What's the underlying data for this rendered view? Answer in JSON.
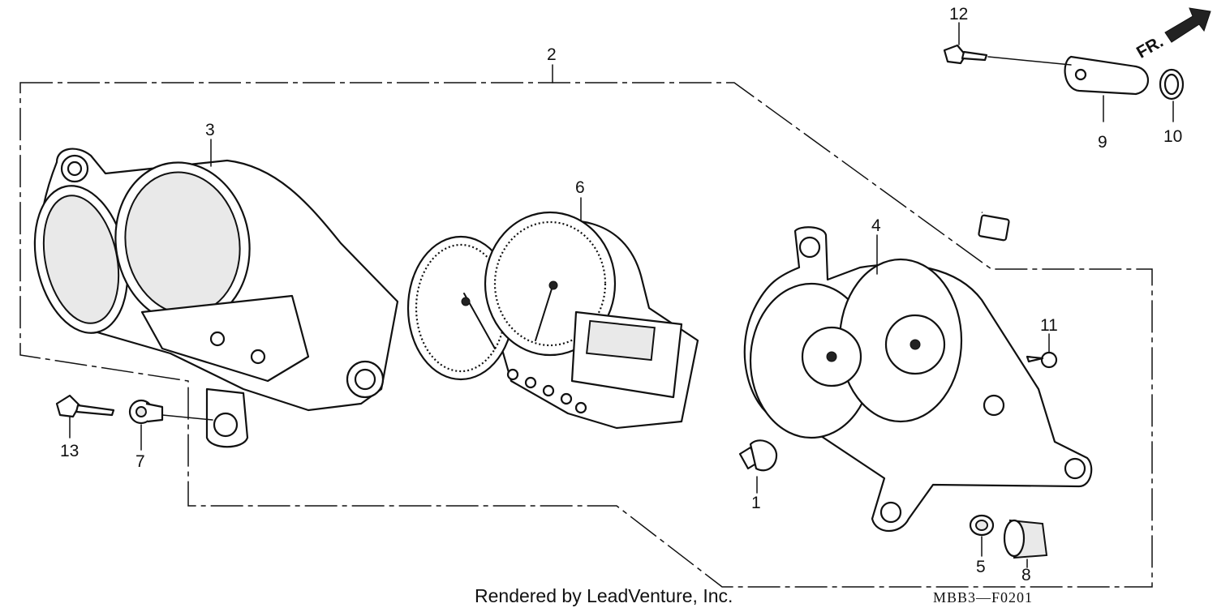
{
  "diagram": {
    "direction_label": "FR.",
    "callouts": [
      {
        "id": "p1",
        "label": "1"
      },
      {
        "id": "p2",
        "label": "2"
      },
      {
        "id": "p3",
        "label": "3"
      },
      {
        "id": "p4",
        "label": "4"
      },
      {
        "id": "p5",
        "label": "5"
      },
      {
        "id": "p6",
        "label": "6"
      },
      {
        "id": "p7",
        "label": "7"
      },
      {
        "id": "p8",
        "label": "8"
      },
      {
        "id": "p9",
        "label": "9"
      },
      {
        "id": "p10",
        "label": "10"
      },
      {
        "id": "p11",
        "label": "11"
      },
      {
        "id": "p12",
        "label": "12"
      },
      {
        "id": "p13",
        "label": "13"
      }
    ]
  },
  "footer": {
    "credit": "Rendered by LeadVenture, Inc.",
    "drawing_code": "MBB3—F0201"
  },
  "colors": {
    "line": "#111111",
    "background": "#ffffff"
  }
}
